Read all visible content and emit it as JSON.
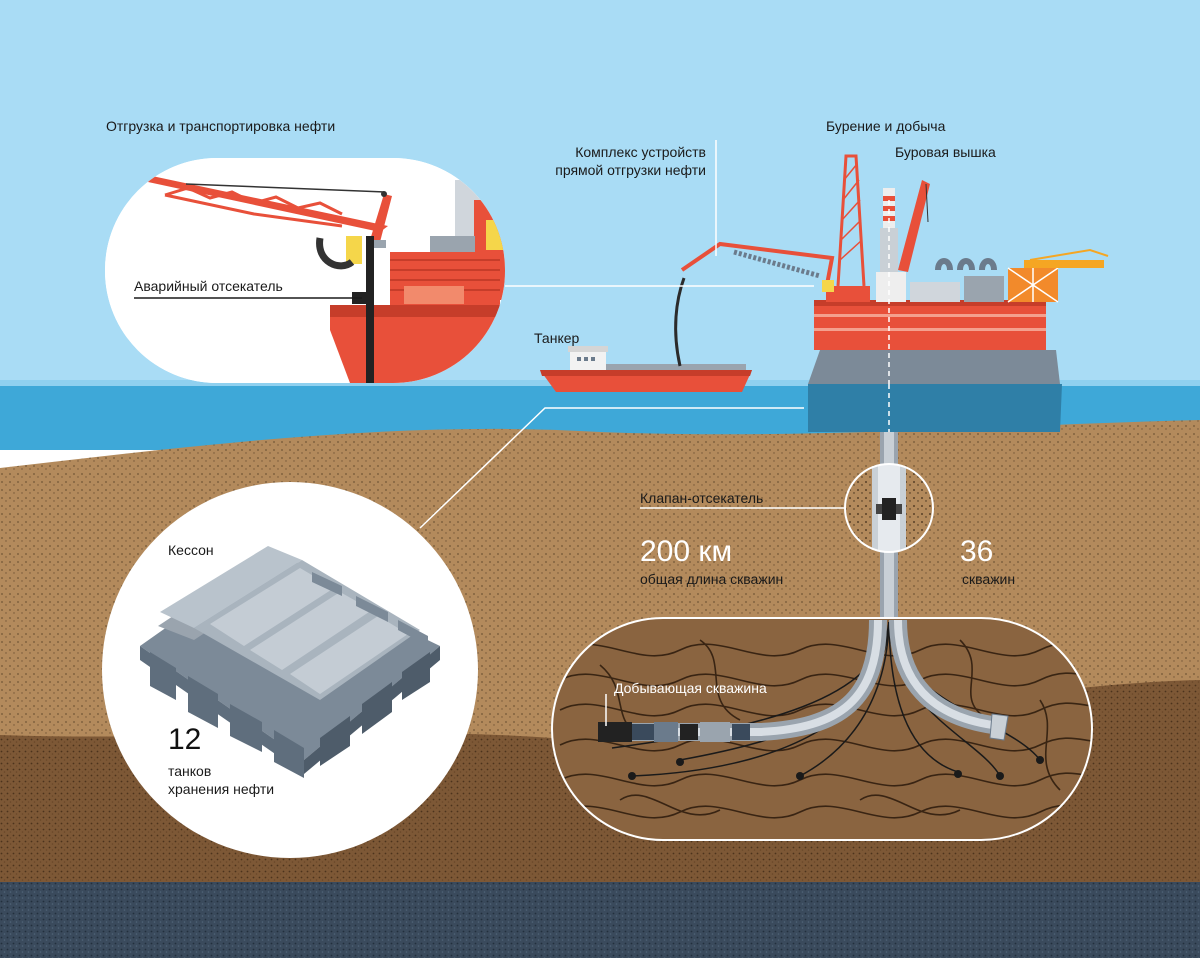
{
  "labels": {
    "shipping": "Отгрузка и транспортировка нефти",
    "emergency_valve": "Аварийный отсекатель",
    "direct_loading_line1": "Комплекс устройств",
    "direct_loading_line2": "прямой отгрузки нефти",
    "drilling": "Бурение и добыча",
    "derrick": "Буровая вышка",
    "tanker": "Танкер",
    "cutoff_valve": "Клапан-отсекатель",
    "caisson": "Кессон",
    "producing_well": "Добывающая скважина"
  },
  "stats": {
    "length_value": "200 км",
    "length_caption": "общая длина скважин",
    "wells_value": "36",
    "wells_caption": "скважин",
    "tanks_value": "12",
    "tanks_caption_line1": "танков",
    "tanks_caption_line2": "хранения нефти"
  },
  "colors": {
    "sky": "#a9dcf5",
    "sea": "#3ea8d8",
    "ground": "#b38a5c",
    "deep_ground": "#7d5836",
    "bedrock": "#3a4a5c",
    "platform_red": "#e8503a",
    "steel_gray": "#6b7b8c"
  }
}
